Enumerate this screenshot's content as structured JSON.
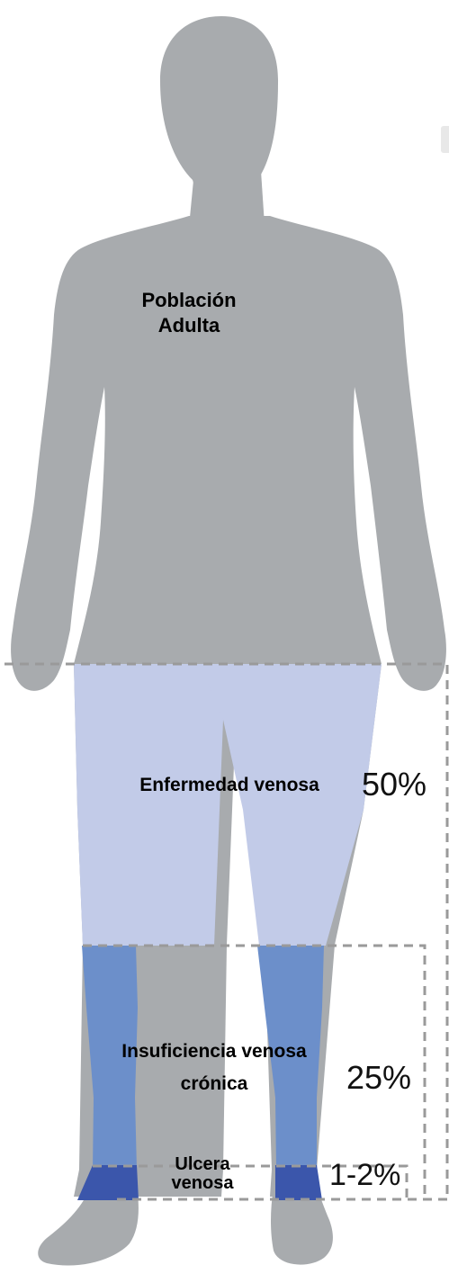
{
  "diagram": {
    "body_label_line1": "Población",
    "body_label_line2": "Adulta",
    "levels": [
      {
        "label": "Enfermedad venosa",
        "percent": "50%",
        "color": "#c2cbe8"
      },
      {
        "label_line1": "Insuficiencia venosa",
        "label_line2": "crónica",
        "percent": "25%",
        "color": "#6c8fca"
      },
      {
        "label_line1": "Ulcera",
        "label_line2": "venosa",
        "percent": "1-2%",
        "color": "#3b56ab"
      }
    ],
    "body_color": "#a8abae",
    "bracket_color": "#9a9a9a"
  }
}
